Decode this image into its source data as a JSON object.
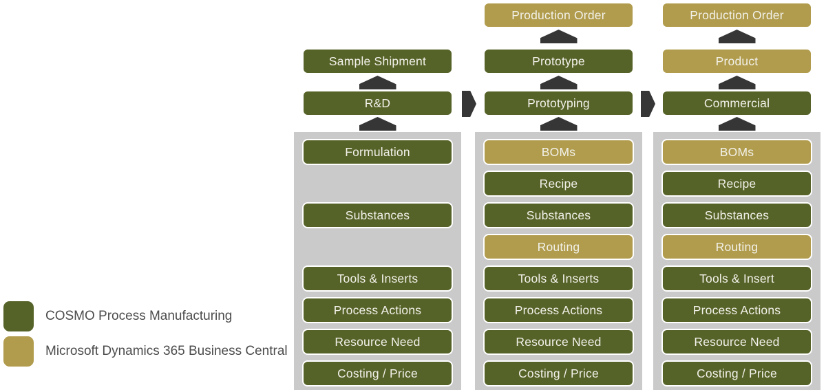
{
  "colors": {
    "cosmo_green": "#566328",
    "dynamics_gold": "#b19c4d",
    "arrow_dark": "#363636",
    "panel_gray": "#cacaca"
  },
  "legend": {
    "items": [
      {
        "label": "COSMO Process Manufacturing",
        "system": "cosmo",
        "color": "#566328"
      },
      {
        "label": "Microsoft Dynamics 365 Business Central",
        "system": "bc",
        "color": "#b19c4d"
      }
    ]
  },
  "columns": [
    {
      "phase": "R&D",
      "stages": [
        {
          "label": "Sample Shipment",
          "system": "cosmo"
        },
        {
          "label": "R&D",
          "system": "cosmo"
        }
      ],
      "modules": [
        {
          "label": "Formulation",
          "system": "cosmo"
        },
        {
          "label": "Substances",
          "system": "cosmo"
        },
        {
          "label": "Tools & Inserts",
          "system": "cosmo"
        },
        {
          "label": "Process Actions",
          "system": "cosmo"
        },
        {
          "label": "Resource Need",
          "system": "cosmo"
        },
        {
          "label": "Costing / Price",
          "system": "cosmo"
        }
      ]
    },
    {
      "phase": "Prototyping",
      "stages": [
        {
          "label": "Production Order",
          "system": "bc"
        },
        {
          "label": "Prototype",
          "system": "cosmo"
        },
        {
          "label": "Prototyping",
          "system": "cosmo"
        }
      ],
      "modules": [
        {
          "label": "BOMs",
          "system": "bc"
        },
        {
          "label": "Recipe",
          "system": "cosmo"
        },
        {
          "label": "Substances",
          "system": "cosmo"
        },
        {
          "label": "Routing",
          "system": "bc"
        },
        {
          "label": "Tools & Inserts",
          "system": "cosmo"
        },
        {
          "label": "Process Actions",
          "system": "cosmo"
        },
        {
          "label": "Resource Need",
          "system": "cosmo"
        },
        {
          "label": "Costing / Price",
          "system": "cosmo"
        }
      ]
    },
    {
      "phase": "Commercial",
      "stages": [
        {
          "label": "Production Order",
          "system": "bc"
        },
        {
          "label": "Product",
          "system": "bc"
        },
        {
          "label": "Commercial",
          "system": "cosmo"
        }
      ],
      "modules": [
        {
          "label": "BOMs",
          "system": "bc"
        },
        {
          "label": "Recipe",
          "system": "cosmo"
        },
        {
          "label": "Substances",
          "system": "cosmo"
        },
        {
          "label": "Routing",
          "system": "bc"
        },
        {
          "label": "Tools & Insert",
          "system": "cosmo"
        },
        {
          "label": "Process Actions",
          "system": "cosmo"
        },
        {
          "label": "Resource Need",
          "system": "cosmo"
        },
        {
          "label": "Costing / Price",
          "system": "cosmo"
        }
      ]
    }
  ]
}
